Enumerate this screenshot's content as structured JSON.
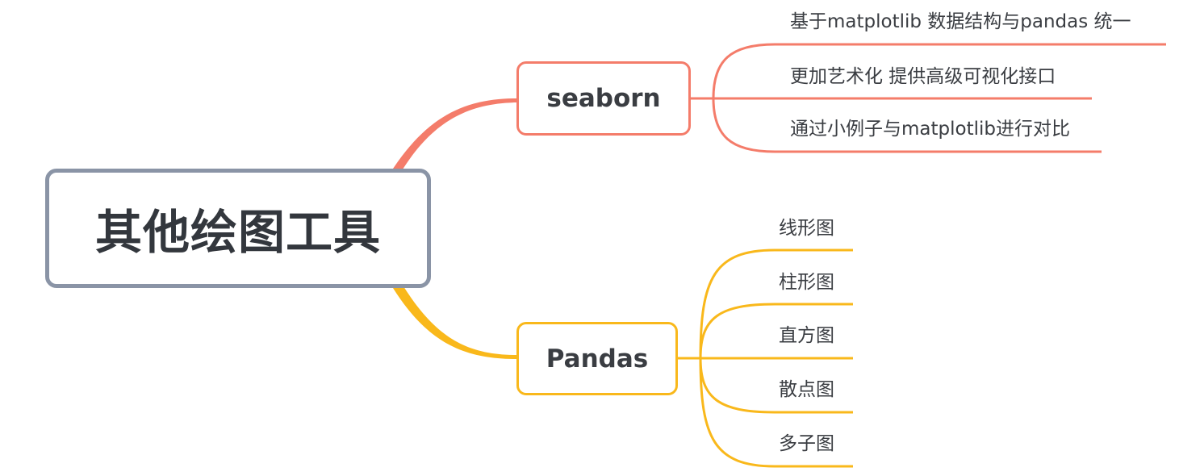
{
  "root": {
    "label": "其他绘图工具"
  },
  "branches": [
    {
      "label": "seaborn",
      "color": "#f47c6a",
      "children": [
        "基于matplotlib  数据结构与pandas 统一",
        "更加艺术化 提供高级可视化接口",
        "通过小例子与matplotlib进行对比"
      ]
    },
    {
      "label": "Pandas",
      "color": "#f9b81b",
      "children": [
        "线形图",
        "柱形图",
        "直方图",
        "散点图",
        "多子图"
      ]
    }
  ]
}
